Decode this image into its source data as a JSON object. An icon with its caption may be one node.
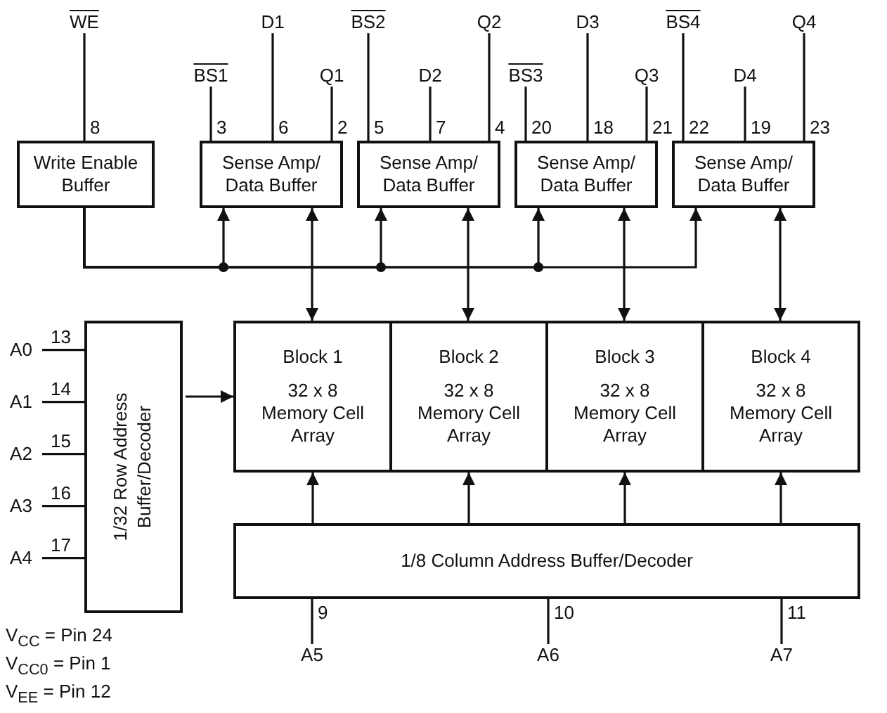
{
  "diagram": {
    "nodes": [
      {
        "text": [
          "WE"
        ]
      },
      {
        "text": [
          "BS1"
        ]
      },
      {
        "text": [
          "D1"
        ]
      },
      {
        "text": [
          "Q1"
        ]
      },
      {
        "text": [
          "BS2"
        ]
      },
      {
        "text": [
          "D2"
        ]
      },
      {
        "text": [
          "Q2"
        ]
      },
      {
        "text": [
          "BS3"
        ]
      },
      {
        "text": [
          "D3"
        ]
      },
      {
        "text": [
          "Q3"
        ]
      },
      {
        "text": [
          "BS4"
        ]
      },
      {
        "text": [
          "D4"
        ]
      },
      {
        "text": [
          "Q4"
        ]
      },
      {
        "text": [
          "Write Enable Buffer"
        ]
      },
      {
        "text": [
          "Sense Amp/ Data Buffer"
        ]
      },
      {
        "text": [
          "Sense Amp/ Data Buffer"
        ]
      },
      {
        "text": [
          "Sense Amp/ Data Buffer"
        ]
      },
      {
        "text": [
          "Sense Amp/ Data Buffer"
        ]
      },
      {
        "text": [
          "A0"
        ]
      },
      {
        "text": [
          "A1"
        ]
      },
      {
        "text": [
          "A2"
        ]
      },
      {
        "text": [
          "A3"
        ]
      },
      {
        "text": [
          "A4"
        ]
      },
      {
        "text": [
          "1/32 Row Address Buffer/Decoder"
        ]
      },
      {
        "text": [
          "Block 1",
          "32 x 8 Memory Cell Array"
        ]
      },
      {
        "text": [
          "Block 2",
          "32 x 8 Memory Cell Array"
        ]
      },
      {
        "text": [
          "Block 3",
          "32 x 8 Memory Cell Array"
        ]
      },
      {
        "text": [
          "Block 4",
          "32 x 8 Memory Cell Array"
        ]
      },
      {
        "text": [
          "1/8 Column Address Buffer/Decoder"
        ]
      },
      {
        "text": [
          "A5"
        ]
      },
      {
        "text": [
          "A6"
        ]
      },
      {
        "text": [
          "A7"
        ]
      }
    ],
    "edges": [
      {
        "from": 0,
        "to": 13,
        "arrow": "none",
        "label": "8"
      },
      {
        "from": 1,
        "to": 14,
        "arrow": "none",
        "label": "3"
      },
      {
        "from": 2,
        "to": 14,
        "arrow": "none",
        "label": "6"
      },
      {
        "from": 3,
        "to": 14,
        "arrow": "none",
        "label": "2"
      },
      {
        "from": 4,
        "to": 15,
        "arrow": "none",
        "label": "5"
      },
      {
        "from": 5,
        "to": 15,
        "arrow": "none",
        "label": "7"
      },
      {
        "from": 6,
        "to": 15,
        "arrow": "none",
        "label": "4"
      },
      {
        "from": 7,
        "to": 16,
        "arrow": "none",
        "label": "20"
      },
      {
        "from": 8,
        "to": 16,
        "arrow": "none",
        "label": "18"
      },
      {
        "from": 9,
        "to": 16,
        "arrow": "none",
        "label": "21"
      },
      {
        "from": 10,
        "to": 17,
        "arrow": "none",
        "label": "22"
      },
      {
        "from": 11,
        "to": 17,
        "arrow": "none",
        "label": "19"
      },
      {
        "from": 12,
        "to": 17,
        "arrow": "none",
        "label": "23"
      },
      {
        "from": 13,
        "to": 14,
        "arrow": "to"
      },
      {
        "from": 13,
        "to": 15,
        "arrow": "to"
      },
      {
        "from": 13,
        "to": 16,
        "arrow": "to"
      },
      {
        "from": 13,
        "to": 17,
        "arrow": "to"
      },
      {
        "from": 14,
        "to": 24,
        "arrow": "both"
      },
      {
        "from": 15,
        "to": 25,
        "arrow": "both"
      },
      {
        "from": 16,
        "to": 26,
        "arrow": "both"
      },
      {
        "from": 17,
        "to": 27,
        "arrow": "both"
      },
      {
        "from": 18,
        "to": 23,
        "arrow": "none",
        "label": "13"
      },
      {
        "from": 19,
        "to": 23,
        "arrow": "none",
        "label": "14"
      },
      {
        "from": 20,
        "to": 23,
        "arrow": "none",
        "label": "15"
      },
      {
        "from": 21,
        "to": 23,
        "arrow": "none",
        "label": "16"
      },
      {
        "from": 22,
        "to": 23,
        "arrow": "none",
        "label": "17"
      },
      {
        "from": 23,
        "to": 24,
        "arrow": "to"
      },
      {
        "from": 28,
        "to": 24,
        "arrow": "to"
      },
      {
        "from": 28,
        "to": 25,
        "arrow": "to"
      },
      {
        "from": 28,
        "to": 26,
        "arrow": "to"
      },
      {
        "from": 28,
        "to": 27,
        "arrow": "to"
      },
      {
        "from": 29,
        "to": 28,
        "arrow": "none",
        "label": "9"
      },
      {
        "from": 30,
        "to": 28,
        "arrow": "none",
        "label": "10"
      },
      {
        "from": 31,
        "to": 28,
        "arrow": "none",
        "label": "11"
      }
    ],
    "labels": [
      "V$_{CC}$ = Pin 24",
      "V$_{CC0}$ = Pin 1",
      "V$_{EE}$ = Pin 12"
    ]
  }
}
